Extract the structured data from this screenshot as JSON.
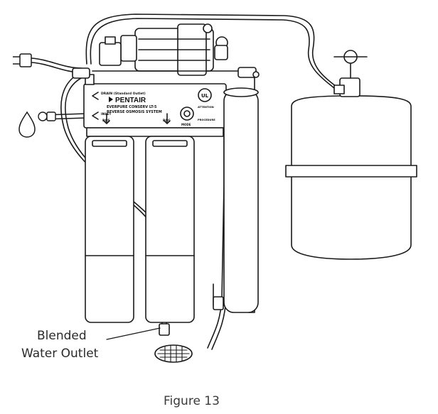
{
  "figure": {
    "caption": "Figure 13",
    "callout": {
      "line1": "Blended",
      "line2": "Water Outlet"
    }
  },
  "manifold": {
    "brand": "PENTAIR",
    "model_line1": "EVERPURE CONSERV LT-5",
    "model_line2": "REVERSE OSMOSIS SYSTEM",
    "ul_mark": "UL",
    "inlet_label": "DRAIN (Standard Outlet)",
    "outlet_label": "INLET",
    "stage_a": "ROS",
    "stage_b": "ROC",
    "gauge_label": "MODE",
    "info_a": "ATTENTION",
    "info_b": "PROCEDURE"
  },
  "icons": {
    "water_drop": "water-drop-icon",
    "plug": "power-plug-icon",
    "ul": "ul-certification-icon"
  }
}
